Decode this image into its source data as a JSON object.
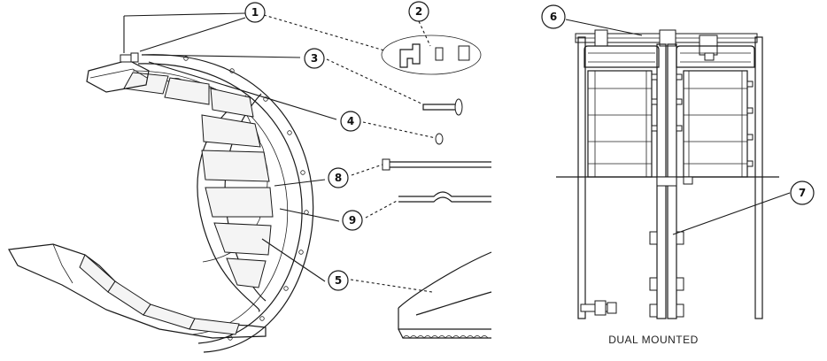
{
  "callouts": [
    {
      "id": "1",
      "label": "1"
    },
    {
      "id": "2",
      "label": "2"
    },
    {
      "id": "3",
      "label": "3"
    },
    {
      "id": "4",
      "label": "4"
    },
    {
      "id": "5",
      "label": "5"
    },
    {
      "id": "6",
      "label": "6"
    },
    {
      "id": "7",
      "label": "7"
    },
    {
      "id": "8",
      "label": "8"
    },
    {
      "id": "9",
      "label": "9"
    }
  ],
  "caption": "DUAL MOUNTED"
}
